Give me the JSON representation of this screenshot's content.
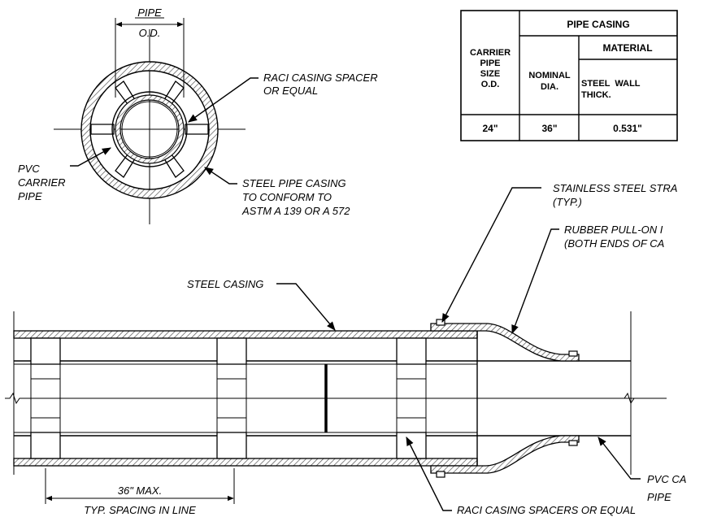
{
  "section_view": {
    "pipe_od_label_1": "PIPE",
    "pipe_od_label_2": "O.D.",
    "spacer_label_1": "RACI CASING SPACER",
    "spacer_label_2": "OR EQUAL",
    "carrier_label_1": "PVC",
    "carrier_label_2": "CARRIER",
    "carrier_label_3": "PIPE",
    "casing_label_1": "STEEL PIPE CASING",
    "casing_label_2": "TO CONFORM TO",
    "casing_label_3": "ASTM A 139 OR A 572"
  },
  "table": {
    "header_group": "PIPE CASING",
    "header_material": "MATERIAL",
    "col1_line1": "CARRIER",
    "col1_line2": "PIPE",
    "col1_line3": "SIZE",
    "col1_line4": "O.D.",
    "col2_line1": "NOMINAL",
    "col2_line2": "DIA.",
    "col3_line1": "STEEL  WALL",
    "col3_line2": "THICK.",
    "rows": [
      {
        "carrier_size": "24\"",
        "nominal_dia": "36\"",
        "wall_thick": "0.531\""
      }
    ]
  },
  "profile_view": {
    "strap_label_1": "STAINLESS STEEL STRA",
    "strap_label_2": "(TYP.)",
    "seal_label_1": "RUBBER PULL-ON I",
    "seal_label_2": "(BOTH ENDS OF CA",
    "steel_casing_label": "STEEL CASING",
    "carrier_label_1": "PVC CA",
    "carrier_label_2": "PIPE",
    "spacers_label": "RACI CASING SPACERS OR EQUAL",
    "spacing_label_1": "36\" MAX.",
    "spacing_label_2": "TYP. SPACING IN LINE"
  },
  "colors": {
    "ink": "#000000",
    "paper": "#ffffff"
  }
}
